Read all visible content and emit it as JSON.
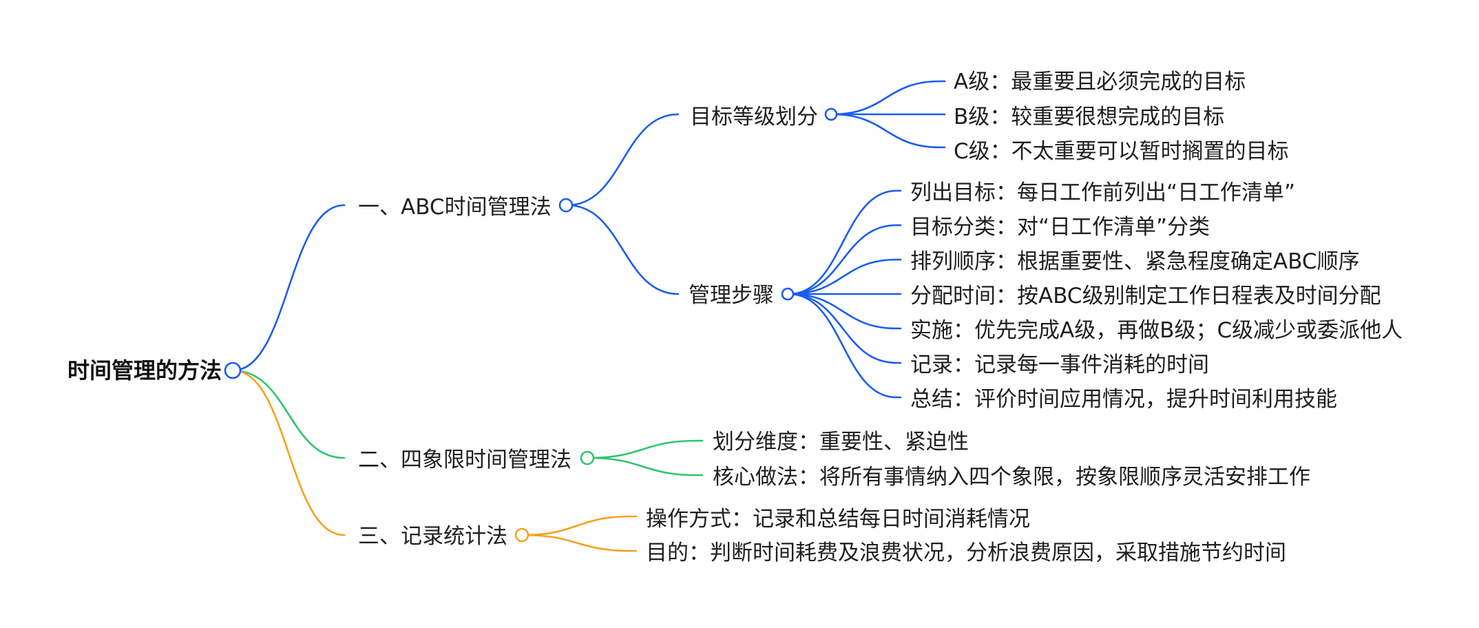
{
  "root": {
    "label": "时间管理的方法",
    "color": "#1a5cf0"
  },
  "branches": [
    {
      "label": "一、ABC时间管理法",
      "color": "#1a5cf0",
      "children": [
        {
          "label": "目标等级划分",
          "children": [
            {
              "label": "A级：最重要且必须完成的目标"
            },
            {
              "label": "B级：较重要很想完成的目标"
            },
            {
              "label": "C级：不太重要可以暂时搁置的目标"
            }
          ]
        },
        {
          "label": "管理步骤",
          "children": [
            {
              "label": "列出目标：每日工作前列出“日工作清单”"
            },
            {
              "label": "目标分类：对“日工作清单”分类"
            },
            {
              "label": "排列顺序：根据重要性、紧急程度确定ABC顺序"
            },
            {
              "label": "分配时间：按ABC级别制定工作日程表及时间分配"
            },
            {
              "label": "实施：优先完成A级，再做B级；C级减少或委派他人"
            },
            {
              "label": "记录：记录每一事件消耗的时间"
            },
            {
              "label": "总结：评价时间应用情况，提升时间利用技能"
            }
          ]
        }
      ]
    },
    {
      "label": "二、四象限时间管理法",
      "color": "#2ec66a",
      "children": [
        {
          "label": "划分维度：重要性、紧迫性"
        },
        {
          "label": "核心做法：将所有事情纳入四个象限，按象限顺序灵活安排工作"
        }
      ]
    },
    {
      "label": "三、记录统计法",
      "color": "#f7a020",
      "children": [
        {
          "label": "操作方式：记录和总结每日时间消耗情况"
        },
        {
          "label": "目的：判断时间耗费及浪费状况，分析浪费原因，采取措施节约时间"
        }
      ]
    }
  ]
}
